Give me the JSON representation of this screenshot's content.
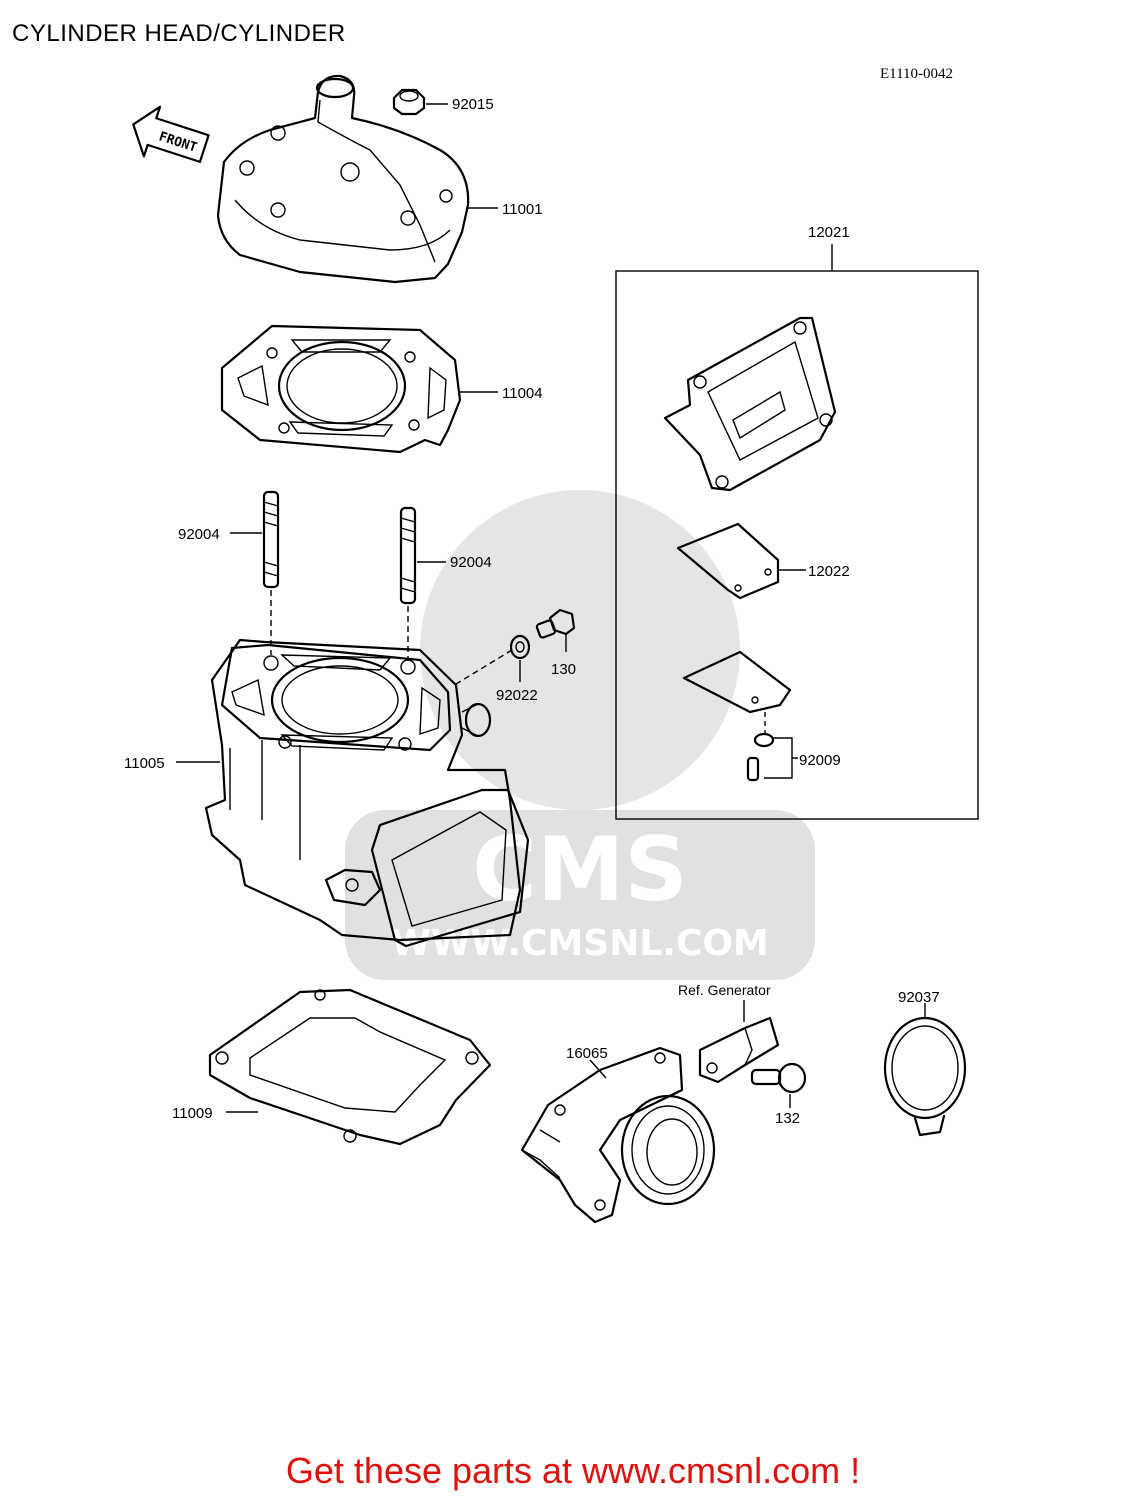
{
  "title": "CYLINDER HEAD/CYLINDER",
  "diagram_code": "E1110-0042",
  "front_arrow_label": "FRONT",
  "watermark": {
    "brand": "CMS",
    "url": "WWW.CMSNL.COM"
  },
  "parts": [
    {
      "number": "92015"
    },
    {
      "number": "11001"
    },
    {
      "number": "11004"
    },
    {
      "number": "92004"
    },
    {
      "number": "92004"
    },
    {
      "number": "130"
    },
    {
      "number": "92022"
    },
    {
      "number": "11005"
    },
    {
      "number": "11009"
    },
    {
      "number": "16065"
    },
    {
      "number": "132"
    },
    {
      "number": "92037"
    },
    {
      "number": "12021"
    },
    {
      "number": "12022"
    },
    {
      "number": "92009"
    }
  ],
  "ref_label": "Ref. Generator",
  "footer": "Get these parts at www.cmsnl.com !",
  "colors": {
    "footer": "#e0100c",
    "watermark": "#dcdcdc"
  }
}
